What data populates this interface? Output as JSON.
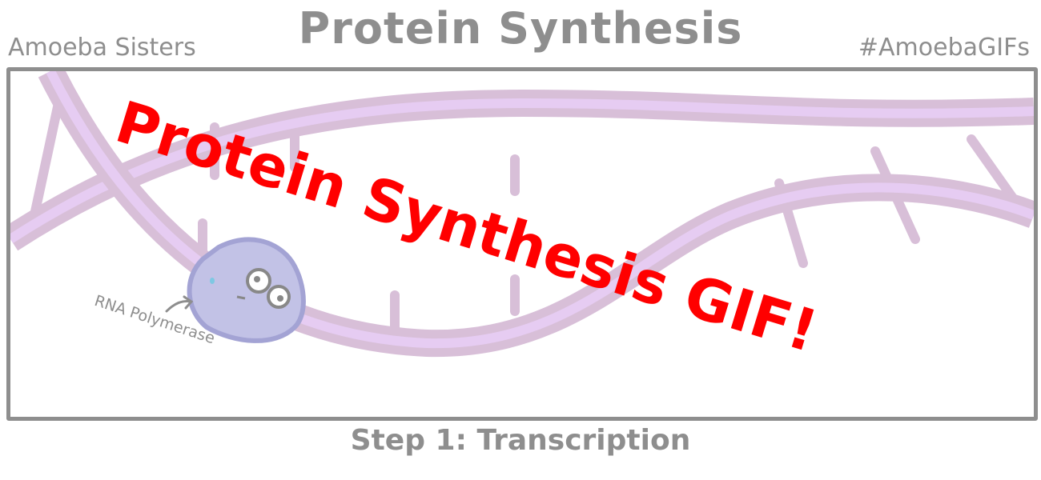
{
  "header": {
    "title": "Protein Synthesis",
    "brand_left": "Amoeba Sisters",
    "brand_right": "#AmoebaGIFs"
  },
  "illustration": {
    "overlay_text": "Protein Synthesis GIF!",
    "label": "RNA Polymerase",
    "icons": [
      "dna-double-helix-icon",
      "rna-polymerase-character-icon",
      "arrow-icon"
    ],
    "colors": {
      "strand_outer": "#d8bfd8",
      "strand_inner": "#e6ccf2",
      "polymerase_fill": "#c2c2e6",
      "polymerase_border": "#a3a3d4",
      "overlay_text": "#ff0000",
      "frame": "#8e8e8e"
    }
  },
  "footer": {
    "step": "Step 1: Transcription"
  }
}
